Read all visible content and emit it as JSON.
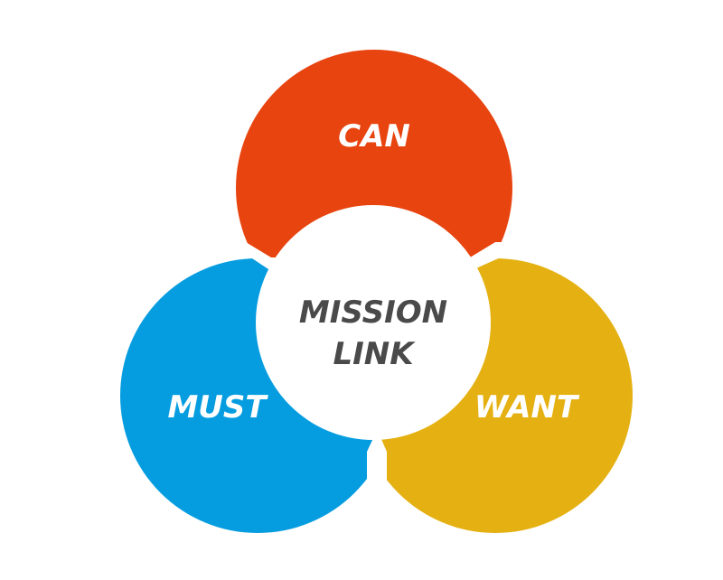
{
  "diagram": {
    "lobes": {
      "top": {
        "label": "CAN",
        "color": "#e8440f"
      },
      "left": {
        "label": "MUST",
        "color": "#069de0"
      },
      "right": {
        "label": "WANT",
        "color": "#e5b112"
      }
    },
    "center": {
      "line1": "MISSION",
      "line2": "LINK",
      "text_color": "#4a4a4a",
      "fill_color": "#ffffff"
    }
  }
}
